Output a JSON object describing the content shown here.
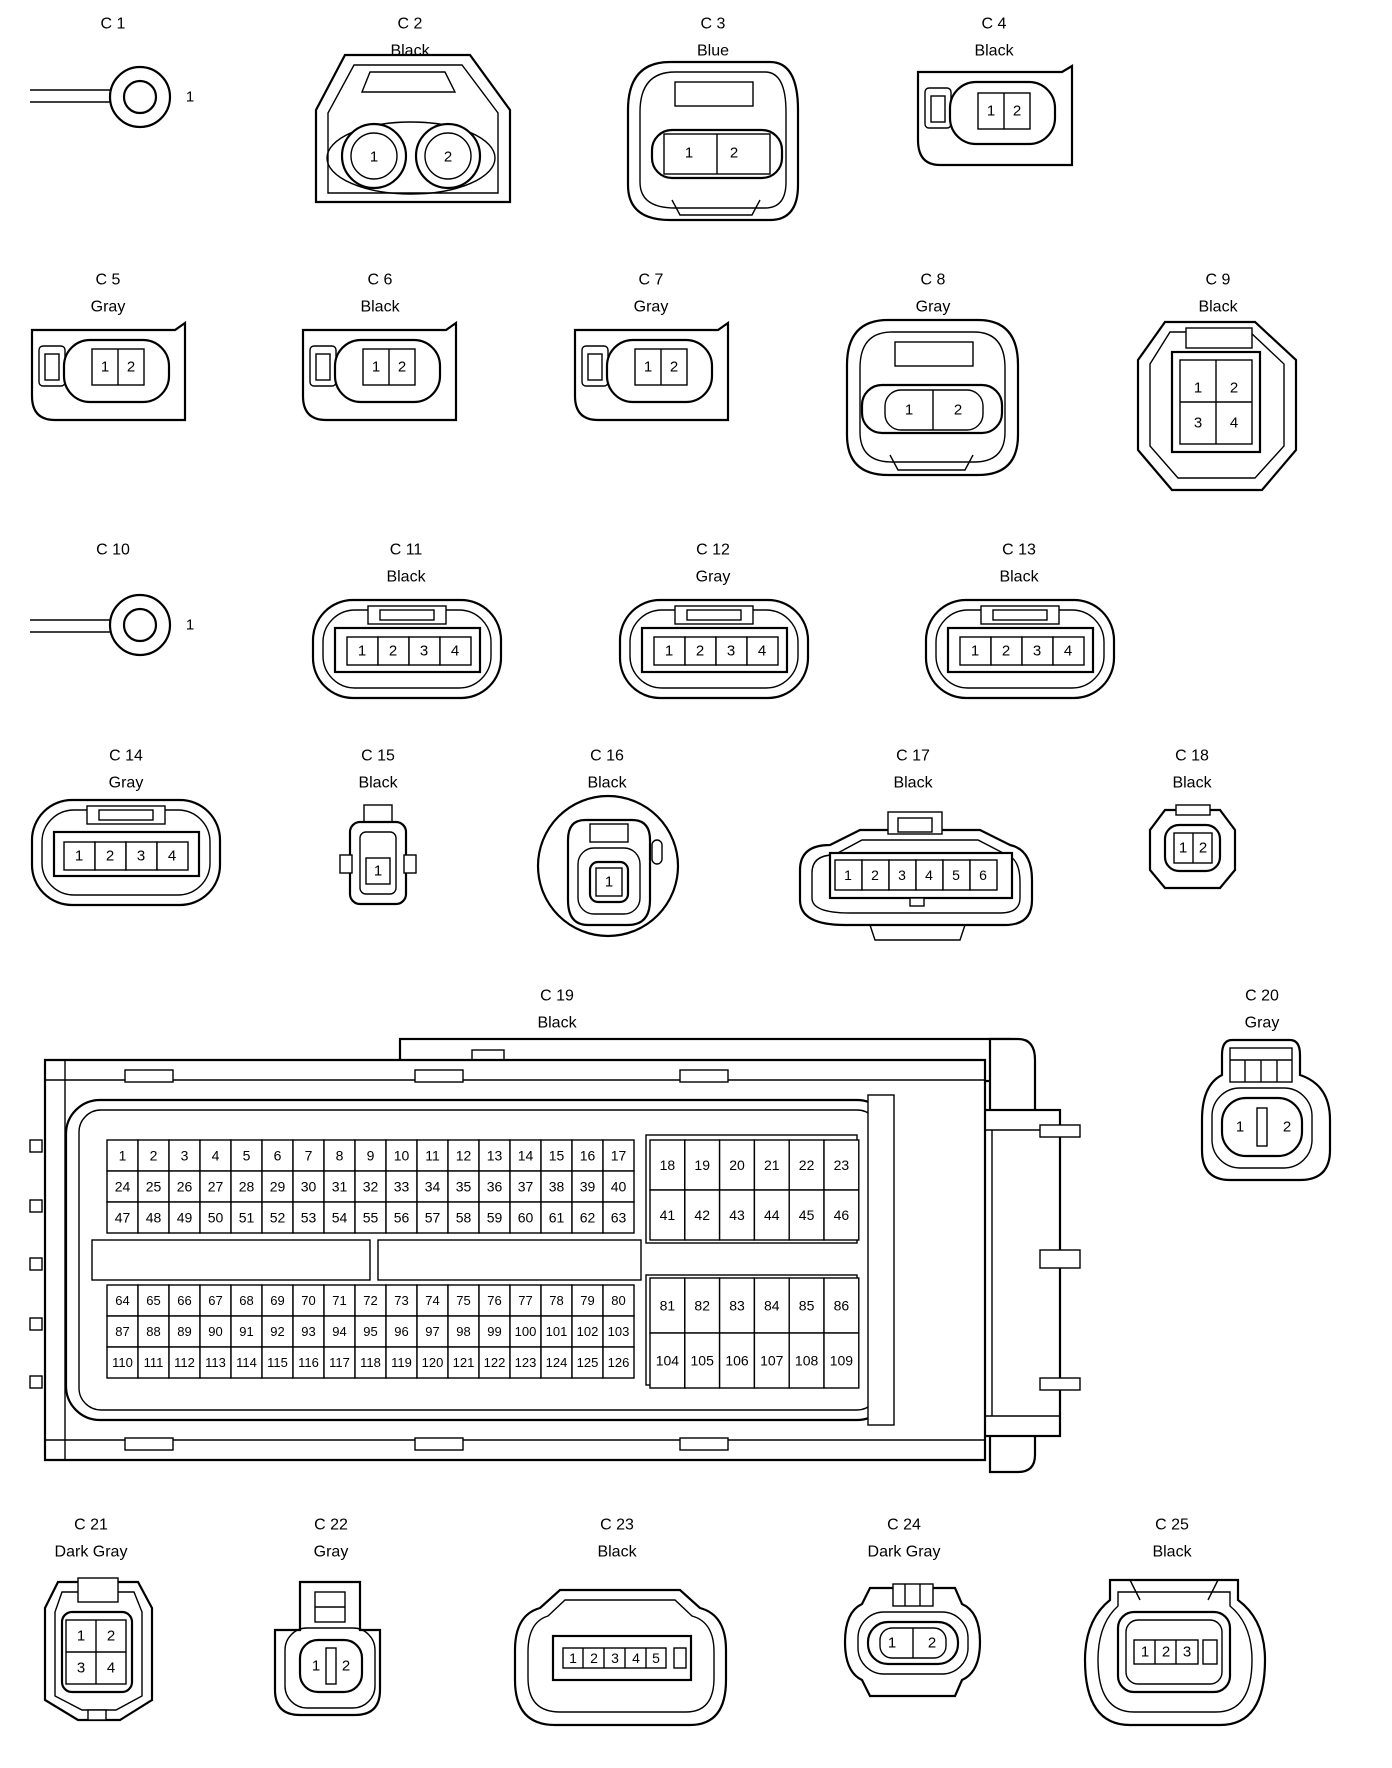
{
  "connectors": [
    {
      "id": "C 1",
      "color": "",
      "pins": [
        "1"
      ]
    },
    {
      "id": "C 2",
      "color": "Black",
      "pins": [
        "1",
        "2"
      ]
    },
    {
      "id": "C 3",
      "color": "Blue",
      "pins": [
        "1",
        "2"
      ]
    },
    {
      "id": "C 4",
      "color": "Black",
      "pins": [
        "1",
        "2"
      ]
    },
    {
      "id": "C 5",
      "color": "Gray",
      "pins": [
        "1",
        "2"
      ]
    },
    {
      "id": "C 6",
      "color": "Black",
      "pins": [
        "1",
        "2"
      ]
    },
    {
      "id": "C 7",
      "color": "Gray",
      "pins": [
        "1",
        "2"
      ]
    },
    {
      "id": "C 8",
      "color": "Gray",
      "pins": [
        "1",
        "2"
      ]
    },
    {
      "id": "C 9",
      "color": "Black",
      "pins": [
        "1",
        "2",
        "3",
        "4"
      ]
    },
    {
      "id": "C 10",
      "color": "",
      "pins": [
        "1"
      ]
    },
    {
      "id": "C 11",
      "color": "Black",
      "pins": [
        "1",
        "2",
        "3",
        "4"
      ]
    },
    {
      "id": "C 12",
      "color": "Gray",
      "pins": [
        "1",
        "2",
        "3",
        "4"
      ]
    },
    {
      "id": "C 13",
      "color": "Black",
      "pins": [
        "1",
        "2",
        "3",
        "4"
      ]
    },
    {
      "id": "C 14",
      "color": "Gray",
      "pins": [
        "1",
        "2",
        "3",
        "4"
      ]
    },
    {
      "id": "C 15",
      "color": "Black",
      "pins": [
        "1"
      ]
    },
    {
      "id": "C 16",
      "color": "Black",
      "pins": [
        "1"
      ]
    },
    {
      "id": "C 17",
      "color": "Black",
      "pins": [
        "1",
        "2",
        "3",
        "4",
        "5",
        "6"
      ]
    },
    {
      "id": "C 18",
      "color": "Black",
      "pins": [
        "1",
        "2"
      ]
    },
    {
      "id": "C 19",
      "color": "Black",
      "pins": []
    },
    {
      "id": "C 20",
      "color": "Gray",
      "pins": [
        "1",
        "2"
      ]
    },
    {
      "id": "C 21",
      "color": "Dark Gray",
      "pins": [
        "1",
        "2",
        "3",
        "4"
      ]
    },
    {
      "id": "C 22",
      "color": "Gray",
      "pins": [
        "1",
        "2"
      ]
    },
    {
      "id": "C 23",
      "color": "Black",
      "pins": [
        "1",
        "2",
        "3",
        "4",
        "5"
      ]
    },
    {
      "id": "C 24",
      "color": "Dark Gray",
      "pins": [
        "1",
        "2"
      ]
    },
    {
      "id": "C 25",
      "color": "Black",
      "pins": [
        "1",
        "2",
        "3"
      ]
    }
  ],
  "c19_pins": {
    "left_top": [
      [
        "1",
        "2",
        "3",
        "4",
        "5",
        "6",
        "7",
        "8",
        "9",
        "10",
        "11",
        "12",
        "13",
        "14",
        "15",
        "16",
        "17"
      ],
      [
        "24",
        "25",
        "26",
        "27",
        "28",
        "29",
        "30",
        "31",
        "32",
        "33",
        "34",
        "35",
        "36",
        "37",
        "38",
        "39",
        "40"
      ],
      [
        "47",
        "48",
        "49",
        "50",
        "51",
        "52",
        "53",
        "54",
        "55",
        "56",
        "57",
        "58",
        "59",
        "60",
        "61",
        "62",
        "63"
      ]
    ],
    "right_top": [
      [
        "18",
        "19",
        "20",
        "21",
        "22",
        "23"
      ],
      [
        "41",
        "42",
        "43",
        "44",
        "45",
        "46"
      ]
    ],
    "left_bottom": [
      [
        "64",
        "65",
        "66",
        "67",
        "68",
        "69",
        "70",
        "71",
        "72",
        "73",
        "74",
        "75",
        "76",
        "77",
        "78",
        "79",
        "80"
      ],
      [
        "87",
        "88",
        "89",
        "90",
        "91",
        "92",
        "93",
        "94",
        "95",
        "96",
        "97",
        "98",
        "99",
        "100",
        "101",
        "102",
        "103"
      ],
      [
        "110",
        "111",
        "112",
        "113",
        "114",
        "115",
        "116",
        "117",
        "118",
        "119",
        "120",
        "121",
        "122",
        "123",
        "124",
        "125",
        "126"
      ]
    ],
    "right_bottom": [
      [
        "81",
        "82",
        "83",
        "84",
        "85",
        "86"
      ],
      [
        "104",
        "105",
        "106",
        "107",
        "108",
        "109"
      ]
    ]
  }
}
